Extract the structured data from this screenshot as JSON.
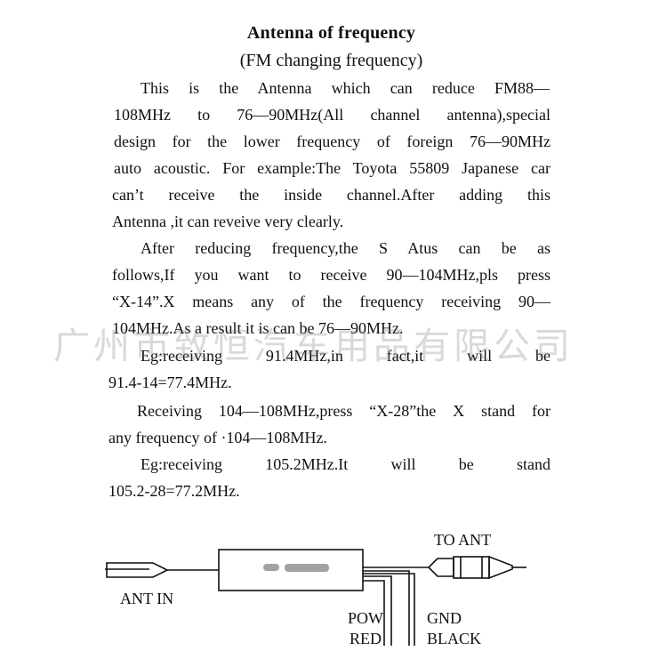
{
  "document": {
    "title": "Antenna of frequency",
    "subtitle": "(FM changing frequency)",
    "paragraph1": [
      "This is the Antenna which can reduce FM88—",
      "108MHz to 76—90MHz(All channel antenna),special",
      "design for the lower frequency of foreign 76—90MHz",
      "auto acoustic. For example:The Toyota 55809 Japanese car",
      "can’t receive the inside channel.After adding this",
      "Antenna ,it can reveive very clearly."
    ],
    "paragraph2": [
      "After reducing frequency,the S Atus can be as",
      "follows,If you want to receive 90—104MHz,pls press",
      "“X-14”.X means any of the frequency receiving 90—",
      "104MHz.As a result it is can be 76—90MHz."
    ],
    "example1": [
      "Eg:receiving 91.4MHz,in fact,it will be",
      "91.4-14=77.4MHz."
    ],
    "paragraph3": [
      "Receiving 104—108MHz,press “X-28”the X stand for",
      "any frequency of ·104—108MHz."
    ],
    "example2": [
      "Eg:receiving 105.2MHz.It will be stand",
      "105.2-28=77.2MHz."
    ]
  },
  "watermark": "广州市致恒汽车用品有限公司",
  "diagram": {
    "to_ant_label": "TO ANT",
    "ant_in_label": "ANT IN",
    "pow_label": "POW",
    "red_label": "RED",
    "gnd_label": "GND",
    "black_label": "BLACK"
  }
}
